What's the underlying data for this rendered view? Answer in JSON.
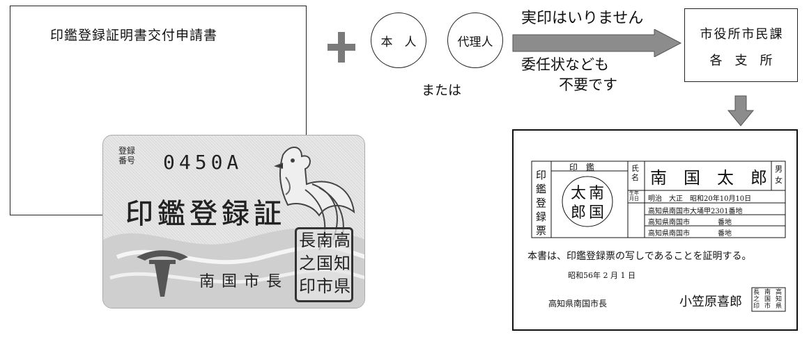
{
  "form": {
    "title": "印鑑登録証明書交付申請書"
  },
  "card": {
    "number_label_line1": "登録",
    "number_label_line2": "番号",
    "number": "0450A",
    "title": "印鑑登録証",
    "mayor": "南国市長",
    "seal_columns": [
      "高知県",
      "南国市",
      "長之印"
    ]
  },
  "applicants": {
    "self": "本　人",
    "agent": "代理人",
    "or": "または"
  },
  "notes": {
    "no_seal": "実印はいりません",
    "no_proxy_line1": "委任状なども",
    "no_proxy_line2": "不要です"
  },
  "office": {
    "line1": "市役所市民課",
    "line2": "各支所"
  },
  "certificate": {
    "side_title": "印鑑登録票",
    "seal_header": "印　鑑",
    "seal_chars": [
      "南",
      "太",
      "国",
      "郎"
    ],
    "name_label": "氏名",
    "name": "南　国　太　郎",
    "gender": [
      "男",
      "女"
    ],
    "birth_label": "生年月日",
    "birth": "明治　大正　昭和20年10月10日",
    "address_rows": [
      "高知県南国市大埇甲2301番地",
      "高知県南国市　　　　番地",
      "高知県南国市　　　　番地"
    ],
    "statement": "本書は、印鑑登録票の写しであることを証明する。",
    "date": "昭和56年 2 月 1 日",
    "issuer": "高知県南国市長",
    "mayor_name": "小笠原喜郎",
    "seal_columns": [
      "高知県",
      "南国市",
      "長之印"
    ]
  },
  "colors": {
    "arrow_fill": "#8c8c8c",
    "plus_fill": "#7a7a7a",
    "card_bg": "#e0e0e0",
    "emblem": "#555555"
  }
}
